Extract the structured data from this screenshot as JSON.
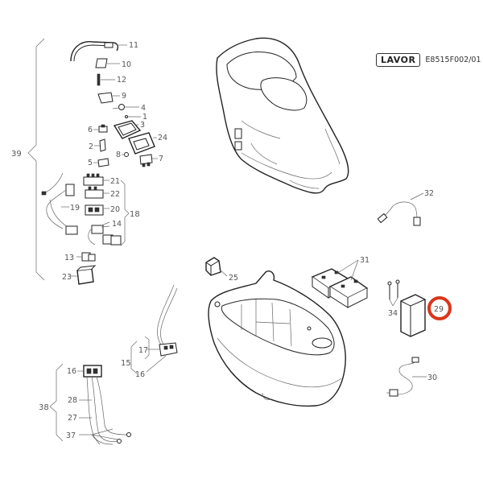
{
  "header": {
    "brand": "LAVOR",
    "doc_code": "E8515F002/01"
  },
  "highlight_color": "#d9361c",
  "callouts": {
    "c1": "1",
    "c2": "2",
    "c3": "3",
    "c4": "4",
    "c5": "5",
    "c6": "6",
    "c7": "7",
    "c8": "8",
    "c9": "9",
    "c10": "10",
    "c11": "11",
    "c12": "12",
    "c13": "13",
    "c14": "14",
    "c15": "15",
    "c16a": "16",
    "c16b": "16",
    "c17": "17",
    "c18": "18",
    "c19": "19",
    "c20": "20",
    "c21": "21",
    "c22": "22",
    "c23": "23",
    "c24": "24",
    "c25": "25",
    "c27": "27",
    "c28": "28",
    "c29": "29",
    "c30": "30",
    "c31": "31",
    "c32": "32",
    "c34": "34",
    "c37": "37",
    "c38": "38",
    "c39": "39"
  }
}
